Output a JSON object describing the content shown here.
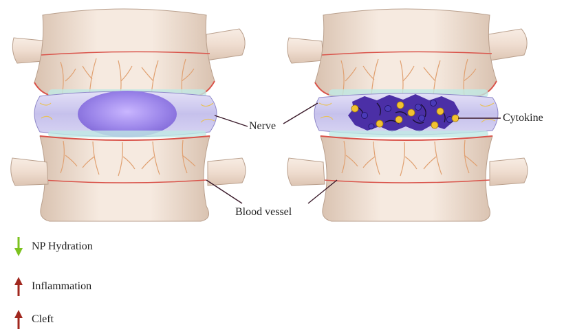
{
  "labels": {
    "nerve": "Nerve",
    "cytokine": "Cytokine",
    "blood_vessel": "Blood vessel"
  },
  "legend": [
    {
      "label": "NP Hydration",
      "direction": "down",
      "color": "#7cc21f"
    },
    {
      "label": "Inflammation",
      "direction": "up",
      "color": "#a0271e"
    },
    {
      "label": "Cleft",
      "direction": "up",
      "color": "#a0271e"
    }
  ],
  "colors": {
    "bone": "#efddd0",
    "bone_edge": "#b99f8c",
    "vessel": "#d9534a",
    "nerve": "#e8c25a",
    "disc_ring": "#c9c5ee",
    "nucleus_healthy": "#9a84e6",
    "nucleus_degenerated": "#4b2fa6",
    "cartilage": "#bfe8e4",
    "cytokine_yellow": "#f2c230",
    "cytokine_blue": "#4a3ab8"
  }
}
